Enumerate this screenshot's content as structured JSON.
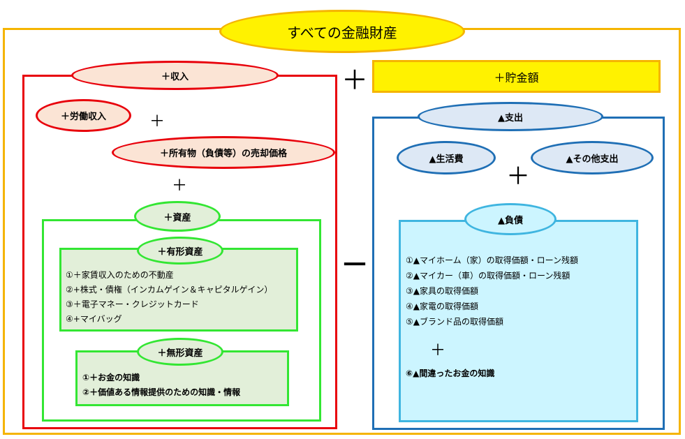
{
  "title": "すべての金融財産",
  "operators": {
    "plus": "＋",
    "minus": "－"
  },
  "savings": "＋貯金額",
  "income": {
    "label": "＋収入",
    "labor": "＋労働収入",
    "sale": "＋所有物（負債等）の売却価格"
  },
  "assets": {
    "label": "＋資産",
    "tangible": {
      "label": "＋有形資産",
      "items": [
        "①＋家賃収入のための不動産",
        "②+株式・債権（インカムゲイン＆キャピタルゲイン）",
        "③＋電子マネー・クレジットカード",
        "④+マイバッグ"
      ]
    },
    "intangible": {
      "label": "＋無形資産",
      "items": [
        "①＋お金の知識",
        "②＋価値ある情報提供のための知識・情報"
      ]
    }
  },
  "expense": {
    "label": "▲支出",
    "living": "▲生活費",
    "other": "▲その他支出"
  },
  "liabilities": {
    "label": "▲負債",
    "items": [
      "①▲マイホーム（家）の取得価額・ローン残額",
      "②▲マイカー（車）の取得価額・ローン残額",
      "③▲家具の取得価額",
      "④▲家電の取得価額",
      "⑤▲ブランド品の取得価額"
    ],
    "last": "⑥▲間違ったお金の知識"
  },
  "colors": {
    "outer": "#f5b400",
    "income": "#e8000b",
    "assets": "#33e633",
    "expense": "#1f6fb5",
    "liabilities": "#3fb5e0",
    "title_fill": "#fff200",
    "income_fill": "#fbe4d5",
    "assets_fill": "#e2efd9",
    "expense_fill": "#dde8f5",
    "liab_fill": "#ccf5ff"
  }
}
